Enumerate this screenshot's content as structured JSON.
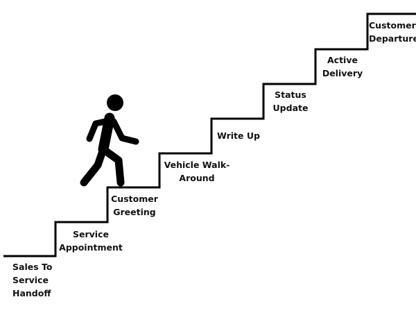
{
  "diagram": {
    "steps": [
      {
        "label": "Sales To\nService\nHandoff"
      },
      {
        "label": "Service\nAppointment"
      },
      {
        "label": "Customer\nGreeting"
      },
      {
        "label": "Vehicle Walk-\nAround"
      },
      {
        "label": "Write Up"
      },
      {
        "label": "Status\nUpdate"
      },
      {
        "label": "Active\nDelivery"
      },
      {
        "label": "Customer\nDeparture"
      }
    ],
    "figure_icon": "walking-person-icon",
    "colors": {
      "line": "#000000",
      "figure": "#000000",
      "text": "#111111",
      "background": "#ffffff"
    }
  }
}
